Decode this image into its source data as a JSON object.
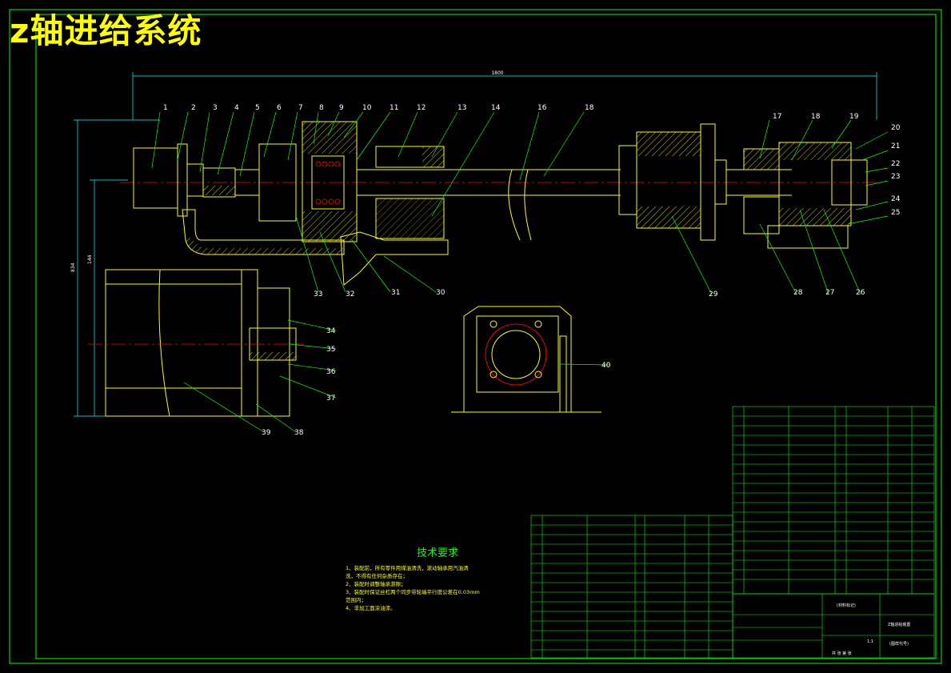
{
  "title": "z轴进给系统",
  "dimensions": {
    "overall_length": "1800",
    "height_a": "834",
    "height_b": "144"
  },
  "part_labels": [
    "1",
    "2",
    "3",
    "4",
    "5",
    "6",
    "7",
    "8",
    "9",
    "10",
    "11",
    "12",
    "13",
    "14",
    "16",
    "18",
    "17",
    "18",
    "19",
    "20",
    "21",
    "22",
    "23",
    "24",
    "25",
    "26",
    "27",
    "28",
    "29",
    "30",
    "31",
    "32",
    "33",
    "34",
    "35",
    "36",
    "37",
    "38",
    "39",
    "40"
  ],
  "technical_requirements": {
    "heading": "技术要求",
    "lines": [
      "1、装配前，所有零件用煤油清洗，滚动轴承用汽油清",
      "洗，不得有任何杂质存在；",
      "2、装配时调整轴承游隙；",
      "3、装配时保证丝杠两个同步带轮端平行度公差在0.03mm",
      "范围内；",
      "4、非加工面涂油漆。"
    ]
  },
  "title_block": {
    "drawing_name": "Z轴进给装置",
    "drawing_number": "(图样代号)",
    "material_mark": "(材料标记)",
    "scale": "1:1",
    "sheet": "共 张 第 张"
  },
  "colors": {
    "background": "#000000",
    "outline": "#ffff00",
    "leader": "#00ff00",
    "centerline": "#ff0000",
    "dimension": "#00ffff",
    "hatch": "#ffff00",
    "border": "#00ff00"
  }
}
